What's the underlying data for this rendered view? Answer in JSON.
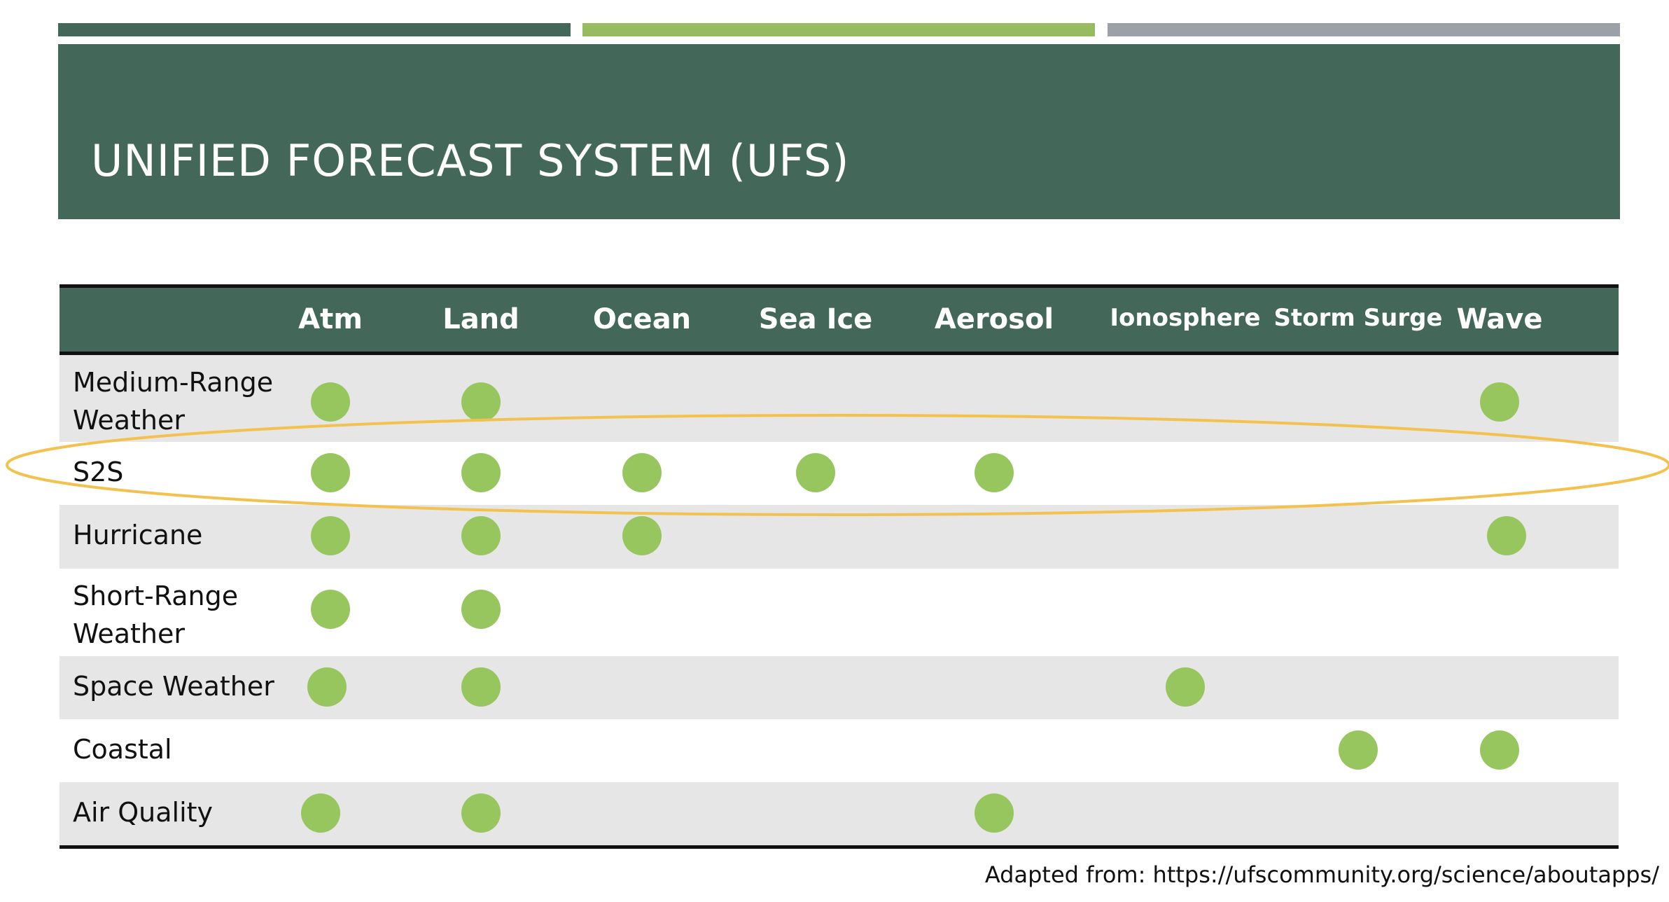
{
  "colors": {
    "banner": "#43685a",
    "accent_green": "#97bb5e",
    "accent_gray": "#9ba0a9",
    "dot": "#98c65e",
    "highlight": "#f2c14e",
    "row_shade": "#e6e6e6"
  },
  "slide": {
    "title": "UNIFIED FORECAST SYSTEM (UFS)",
    "source_note": "Adapted from: https://ufscommunity.org/science/aboutapps/"
  },
  "table": {
    "columns": [
      "Atm",
      "Land",
      "Ocean",
      "Sea Ice",
      "Aerosol",
      "Ionosphere",
      "Storm Surge",
      "Wave"
    ],
    "rows": [
      {
        "name": "Medium-Range Weather",
        "marks": [
          true,
          true,
          false,
          false,
          false,
          false,
          false,
          true
        ]
      },
      {
        "name": "S2S",
        "marks": [
          true,
          true,
          true,
          true,
          true,
          false,
          false,
          false
        ]
      },
      {
        "name": "Hurricane",
        "marks": [
          true,
          true,
          true,
          false,
          false,
          false,
          false,
          true
        ]
      },
      {
        "name": "Short-Range Weather",
        "marks": [
          true,
          true,
          false,
          false,
          false,
          false,
          false,
          false
        ]
      },
      {
        "name": "Space Weather",
        "marks": [
          true,
          true,
          false,
          false,
          false,
          true,
          false,
          false
        ]
      },
      {
        "name": "Coastal",
        "marks": [
          false,
          false,
          false,
          false,
          false,
          false,
          true,
          true
        ]
      },
      {
        "name": "Air Quality",
        "marks": [
          true,
          true,
          false,
          false,
          true,
          false,
          false,
          false
        ]
      }
    ],
    "highlighted_row": "S2S"
  }
}
